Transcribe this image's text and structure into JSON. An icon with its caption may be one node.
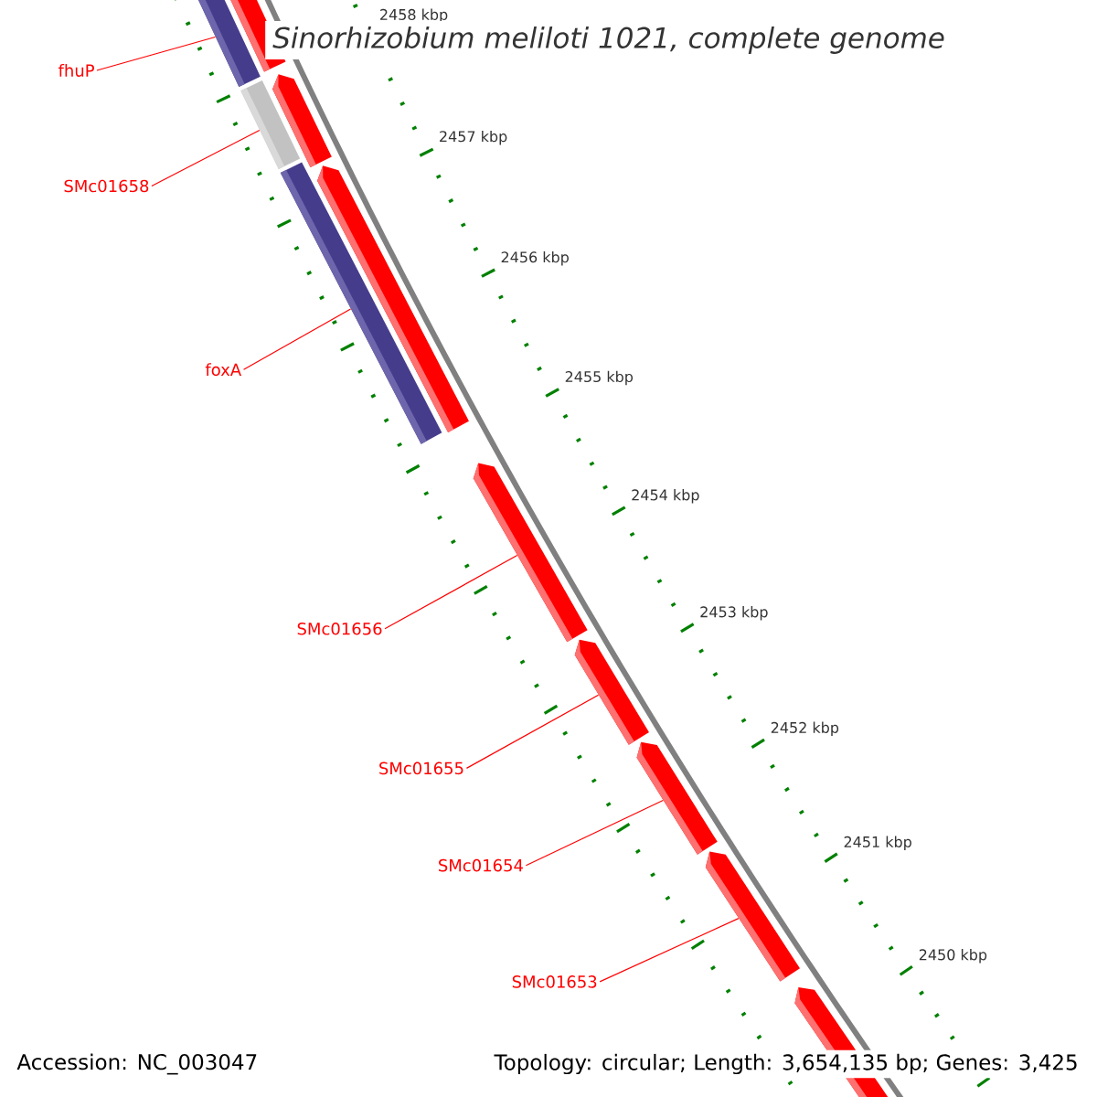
{
  "diagram": {
    "title": "Sinorhizobium meliloti 1021, complete genome",
    "nodes": [
      {
        "text": [
          "fhuP"
        ]
      },
      {
        "text": [
          "SMc01658"
        ]
      },
      {
        "text": [
          "foxA"
        ]
      },
      {
        "text": [
          "SMc01656"
        ]
      },
      {
        "text": [
          "SMc01655"
        ]
      },
      {
        "text": [
          "SMc01654"
        ]
      },
      {
        "text": [
          "SMc01653"
        ]
      },
      {
        "text": [],
        "shape": "bar"
      },
      {
        "text": [],
        "shape": "bar"
      },
      {
        "text": [],
        "shape": "bar"
      },
      {
        "text": [],
        "shape": "arrow"
      },
      {
        "text": [],
        "shape": "arrow"
      },
      {
        "text": [],
        "shape": "arrow"
      },
      {
        "text": [],
        "shape": "arrow"
      },
      {
        "text": [],
        "shape": "arrow"
      },
      {
        "text": [],
        "shape": "arrow"
      },
      {
        "text": [],
        "shape": "arrow"
      },
      {
        "text": [],
        "shape": "arrow"
      }
    ],
    "edges": [
      {
        "from": 0,
        "to": 7,
        "arrow": "none"
      },
      {
        "from": 1,
        "to": 8,
        "arrow": "none"
      },
      {
        "from": 2,
        "to": 9,
        "arrow": "none"
      },
      {
        "from": 3,
        "to": 13,
        "arrow": "none"
      },
      {
        "from": 4,
        "to": 14,
        "arrow": "none"
      },
      {
        "from": 5,
        "to": 15,
        "arrow": "none"
      },
      {
        "from": 6,
        "to": 16,
        "arrow": "none"
      }
    ],
    "labels": [
      "2458 kbp",
      "2457 kbp",
      "2456 kbp",
      "2455 kbp",
      "2454 kbp",
      "2453 kbp",
      "2452 kbp",
      "2451 kbp",
      "2450 kbp",
      "Accession: NC_003047",
      "Topology: circular; Length: 3,654,135 bp; Genes: 3,425"
    ]
  }
}
